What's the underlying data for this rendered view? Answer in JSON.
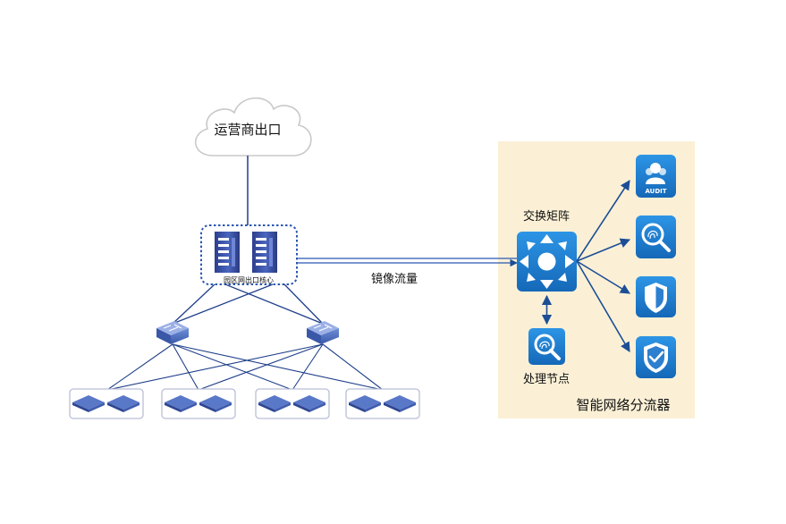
{
  "labels": {
    "cloud": "运营商出口",
    "core": "园区网出口核心",
    "mirror": "镜像流量",
    "matrix": "交换矩阵",
    "processing": "处理节点",
    "splitter": "智能网络分流器",
    "audit": "AUDIT"
  },
  "icons": {
    "cloud": "cloud-icon",
    "server": "server-rack-icon",
    "switch": "network-switch-icon",
    "access": "access-switch-icon",
    "matrix": "switching-matrix-icon",
    "processing": "fingerprint-search-icon",
    "audit": "audit-users-icon",
    "search": "fingerprint-search-icon",
    "security": "shield-icon",
    "protect": "shield-check-icon"
  },
  "colors": {
    "line": "#1f3f8a",
    "accent": "#1a73c8",
    "panel": "#fbf0d6",
    "arrow": "#1c4e96",
    "switch_body": "#4e6fc0"
  }
}
